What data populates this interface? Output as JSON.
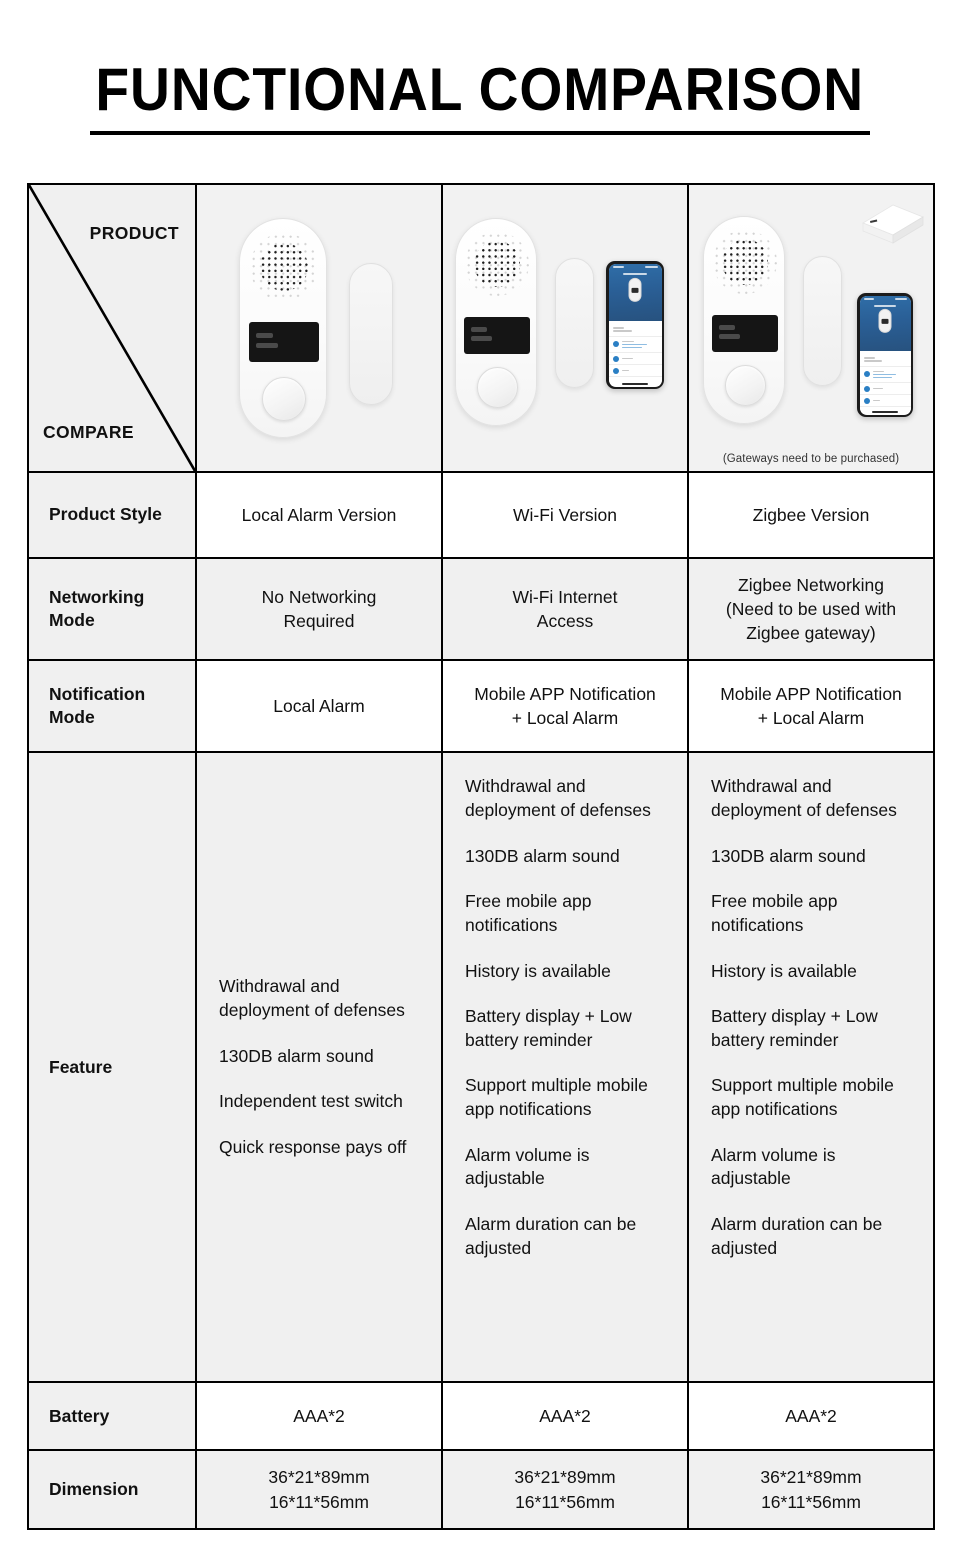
{
  "title": "FUNCTIONAL COMPARISON",
  "header": {
    "product_label": "PRODUCT",
    "compare_label": "COMPARE"
  },
  "columns": [
    {
      "id": "local",
      "gateway_note": ""
    },
    {
      "id": "wifi",
      "gateway_note": ""
    },
    {
      "id": "zigbee",
      "gateway_note": "(Gateways need to be purchased)"
    }
  ],
  "rows": {
    "product_style": {
      "label": "Product Style",
      "values": [
        "Local Alarm Version",
        "Wi-Fi Version",
        "Zigbee Version"
      ]
    },
    "networking_mode": {
      "label": "Networking\nMode",
      "label_line1": "Networking",
      "label_line2": "Mode",
      "values": [
        "No Networking\nRequired",
        "Wi-Fi Internet\nAccess",
        "Zigbee Networking\n(Need to be used with\nZigbee gateway)"
      ],
      "values_lines": [
        [
          "No Networking",
          "Required"
        ],
        [
          "Wi-Fi Internet",
          "Access"
        ],
        [
          "Zigbee Networking",
          "(Need to be used with",
          "Zigbee gateway)"
        ]
      ]
    },
    "notification_mode": {
      "label_line1": "Notification",
      "label_line2": "Mode",
      "values_lines": [
        [
          "Local Alarm"
        ],
        [
          "Mobile APP Notification",
          "+ Local Alarm"
        ],
        [
          "Mobile APP Notification",
          "+ Local Alarm"
        ]
      ]
    },
    "feature": {
      "label": "Feature",
      "columns": [
        [
          "Withdrawal and deployment of defenses",
          "130DB alarm sound",
          "Independent test switch",
          "Quick response pays off"
        ],
        [
          "Withdrawal and deployment of defenses",
          "130DB alarm sound",
          "Free mobile app notifications",
          "History is available",
          "Battery display + Low battery reminder",
          "Support multiple mobile app notifications",
          "Alarm volume is adjustable",
          "Alarm duration can be adjusted"
        ],
        [
          "Withdrawal and deployment of defenses",
          "130DB alarm sound",
          "Free mobile app notifications",
          "History is available",
          "Battery display + Low battery reminder",
          "Support multiple mobile app notifications",
          "Alarm volume is adjustable",
          "Alarm duration can be adjusted"
        ]
      ]
    },
    "battery": {
      "label": "Battery",
      "values": [
        "AAA*2",
        "AAA*2",
        "AAA*2"
      ]
    },
    "dimension": {
      "label": "Dimension",
      "values_lines": [
        [
          "36*21*89mm",
          "16*11*56mm"
        ],
        [
          "36*21*89mm",
          "16*11*56mm"
        ],
        [
          "36*21*89mm",
          "16*11*56mm"
        ]
      ]
    }
  },
  "colors": {
    "border": "#000000",
    "label_bg": "#f0f0f0",
    "row_grey": "#f0f0f0",
    "row_white": "#ffffff",
    "text": "#111111",
    "phone_accent": "#2a7fc4",
    "lcd": "#151515"
  }
}
